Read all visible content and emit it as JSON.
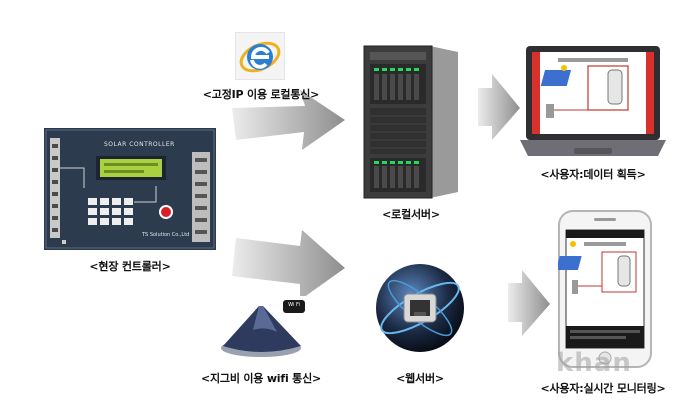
{
  "nodes": {
    "controller": {
      "caption": "<현장 컨트롤러>",
      "panel_title": "SOLAR CONTROLLER",
      "brand": "TS Solution Co.,Ltd"
    },
    "fixed_ip": {
      "caption": "<고정IP 이용 로컬통신>"
    },
    "local_server": {
      "caption": "<로컬서버>"
    },
    "laptop": {
      "caption": "<사용자:데이터 획득>"
    },
    "zigbee": {
      "caption": "<지그비 이용 wifi 통신>",
      "badge": "Wi Fi"
    },
    "web_server": {
      "caption": "<웹서버>"
    },
    "phone": {
      "caption": "<사용자:실시간 모니터링>"
    }
  },
  "watermark": "khan",
  "colors": {
    "arrow": "#a8a8a8",
    "panel": "#2a3a4e",
    "lcd": "#a8d040"
  }
}
